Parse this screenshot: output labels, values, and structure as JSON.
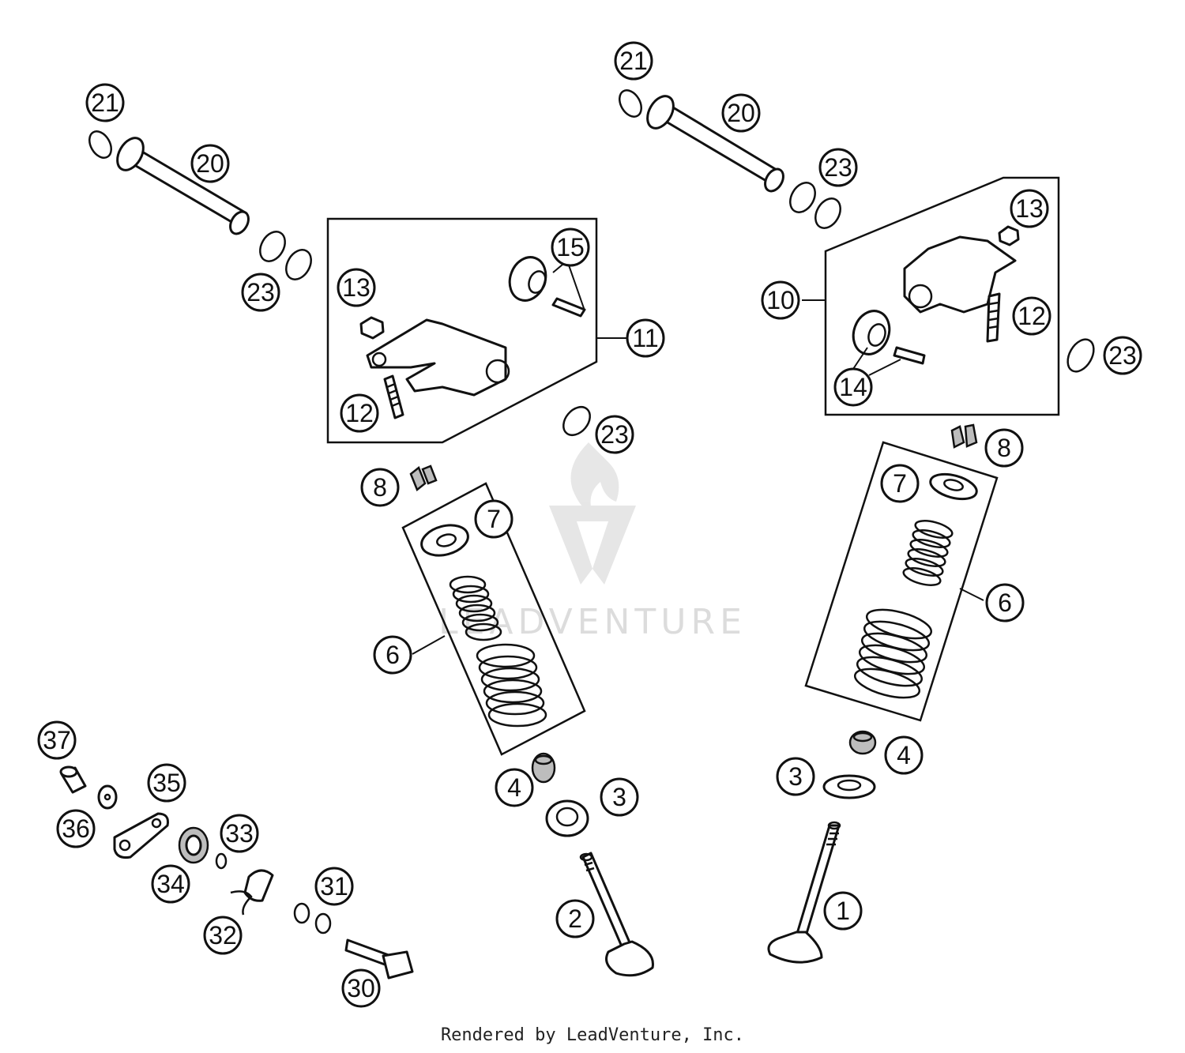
{
  "watermark": {
    "text": "LEADVENTURE"
  },
  "footer": {
    "text": "Rendered by LeadVenture, Inc."
  },
  "callouts": {
    "c21a": "21",
    "c20a": "20",
    "c23a": "23",
    "c21b": "21",
    "c20b": "20",
    "c23b": "23",
    "c13a": "13",
    "c15": "15",
    "c11": "11",
    "c12a": "12",
    "c23c": "23",
    "c13b": "13",
    "c10": "10",
    "c12b": "12",
    "c14": "14",
    "c23d": "23",
    "c8a": "8",
    "c7a": "7",
    "c6a": "6",
    "c8b": "8",
    "c7b": "7",
    "c6b": "6",
    "c4a": "4",
    "c3a": "3",
    "c2": "2",
    "c4b": "4",
    "c3b": "3",
    "c1": "1",
    "c37": "37",
    "c35": "35",
    "c36": "36",
    "c33": "33",
    "c34": "34",
    "c31": "31",
    "c32": "32",
    "c30": "30"
  }
}
